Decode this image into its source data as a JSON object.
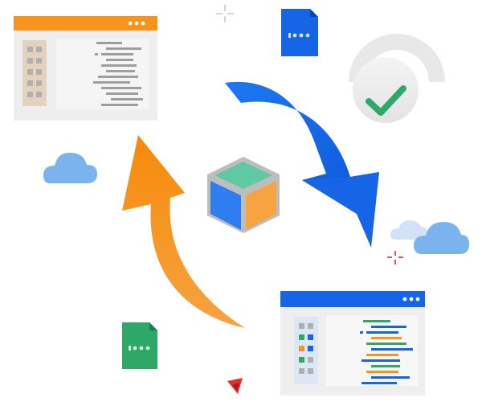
{
  "illustration": {
    "theme": "deployment-cycle",
    "elements": [
      "orange-window-code-editor",
      "blue-window-code-editor",
      "blue-curved-arrow",
      "orange-curved-arrow",
      "center-cube",
      "blue-document",
      "green-document",
      "speedometer-gauge-check",
      "clouds",
      "sparkles",
      "red-fragment"
    ]
  },
  "colors": {
    "orange": "#F7941D",
    "blue": "#1565E6",
    "blue_light": "#7AB3EE",
    "green": "#2EA867",
    "teal": "#5FC9A4",
    "gray_light": "#EEEEEE",
    "gray_mid": "#CCCCCC",
    "gray_dark": "#999999",
    "red": "#E0312D"
  }
}
